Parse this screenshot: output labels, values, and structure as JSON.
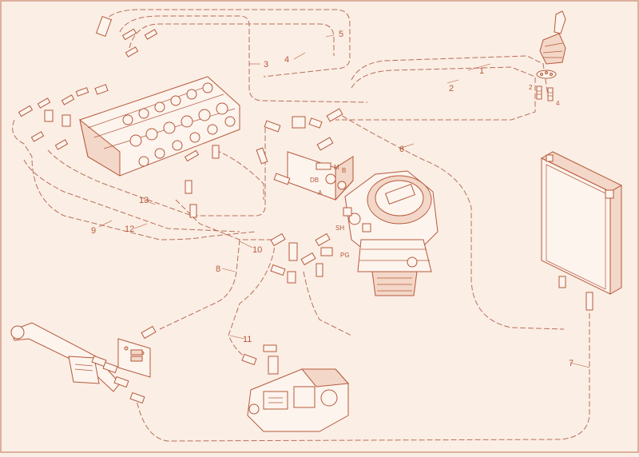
{
  "diagram": {
    "callouts": [
      "1",
      "2",
      "3",
      "4",
      "5",
      "6",
      "7",
      "8",
      "9",
      "10",
      "11",
      "12",
      "13"
    ],
    "port_labels": {
      "db": "DB",
      "b": "B",
      "m": "M",
      "a": "A",
      "sh": "SH",
      "pg": "PG"
    },
    "joystick_ports": [
      "2",
      "4"
    ]
  },
  "colors": {
    "background": "#fbeee5",
    "line": "#b55a3a",
    "fill": "#fdf4ee"
  }
}
